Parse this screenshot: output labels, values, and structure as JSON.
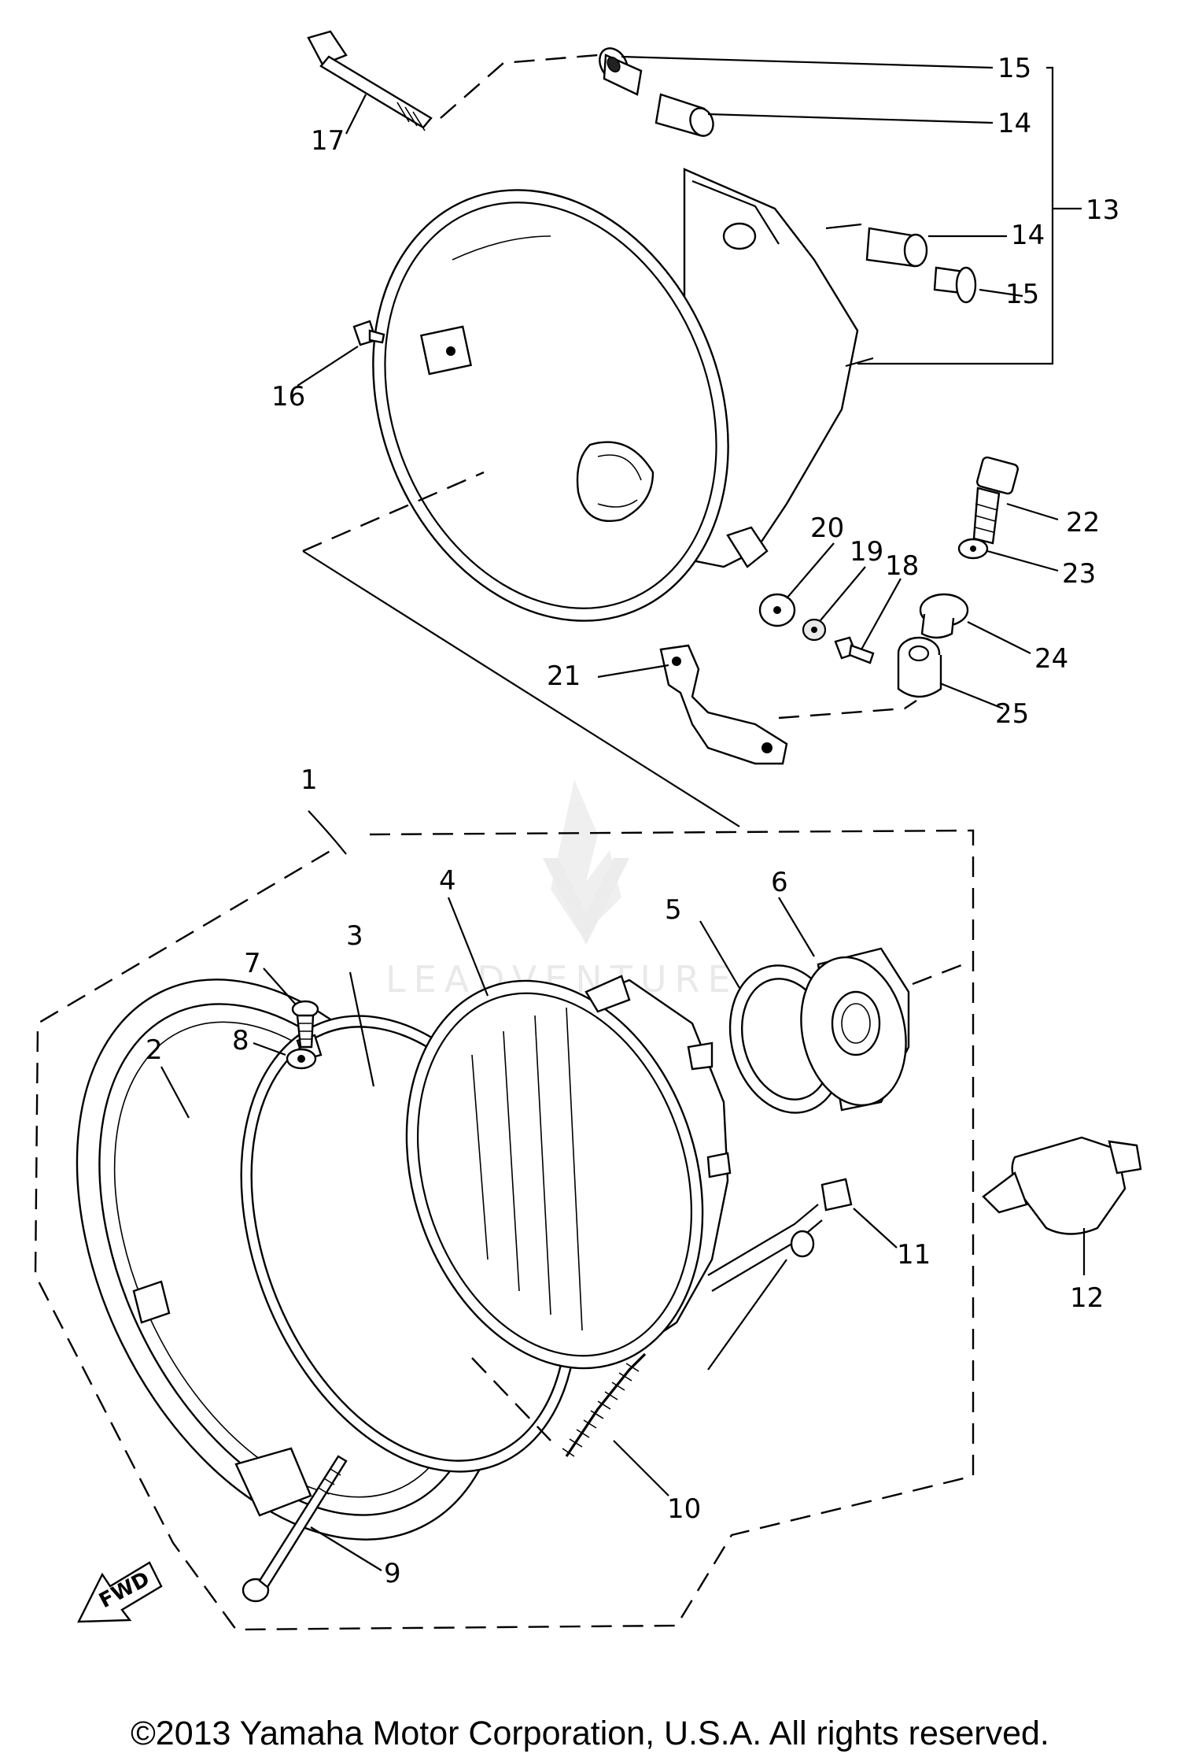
{
  "callouts": {
    "c1": "1",
    "c2": "2",
    "c3": "3",
    "c4": "4",
    "c5": "5",
    "c6": "6",
    "c7": "7",
    "c8": "8",
    "c9": "9",
    "c10": "10",
    "c11": "11",
    "c12": "12",
    "c13": "13",
    "c14a": "14",
    "c14b": "14",
    "c15a": "15",
    "c15b": "15",
    "c16": "16",
    "c17": "17",
    "c18": "18",
    "c19": "19",
    "c20": "20",
    "c21": "21",
    "c22": "22",
    "c23": "23",
    "c24": "24",
    "c25": "25"
  },
  "fwd_label": "FWD",
  "watermark": "LEADVENTURE",
  "copyright": "©2013 Yamaha Motor Corporation, U.S.A. All rights reserved."
}
